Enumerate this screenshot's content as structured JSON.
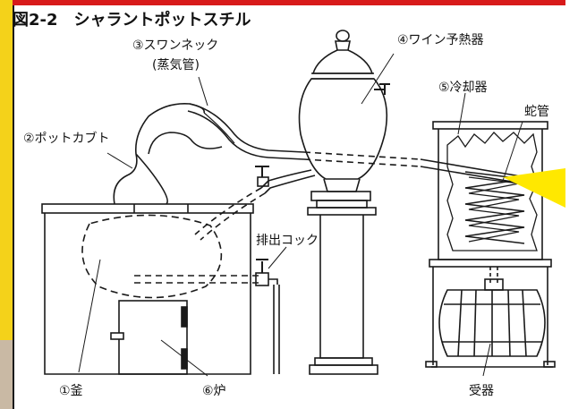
{
  "figure": {
    "number": "図2-2",
    "title": "シャラントポットスチル"
  },
  "labels": {
    "kama": "①釜",
    "pot_cap": "②ポットカブト",
    "swan_neck": "③スワンネック",
    "swan_neck_sub": "(蒸気管)",
    "wine_preheater": "④ワイン予熱器",
    "cooler": "⑤冷却器",
    "coil": "蛇管",
    "drain_cock": "排出コック",
    "furnace": "⑥炉",
    "receiver": "受器"
  },
  "colors": {
    "frame_red": "#d81a1a",
    "left_yellow": "#f4d21a",
    "highlight_yellow": "#ffe800",
    "line": "#1a1a1a"
  }
}
